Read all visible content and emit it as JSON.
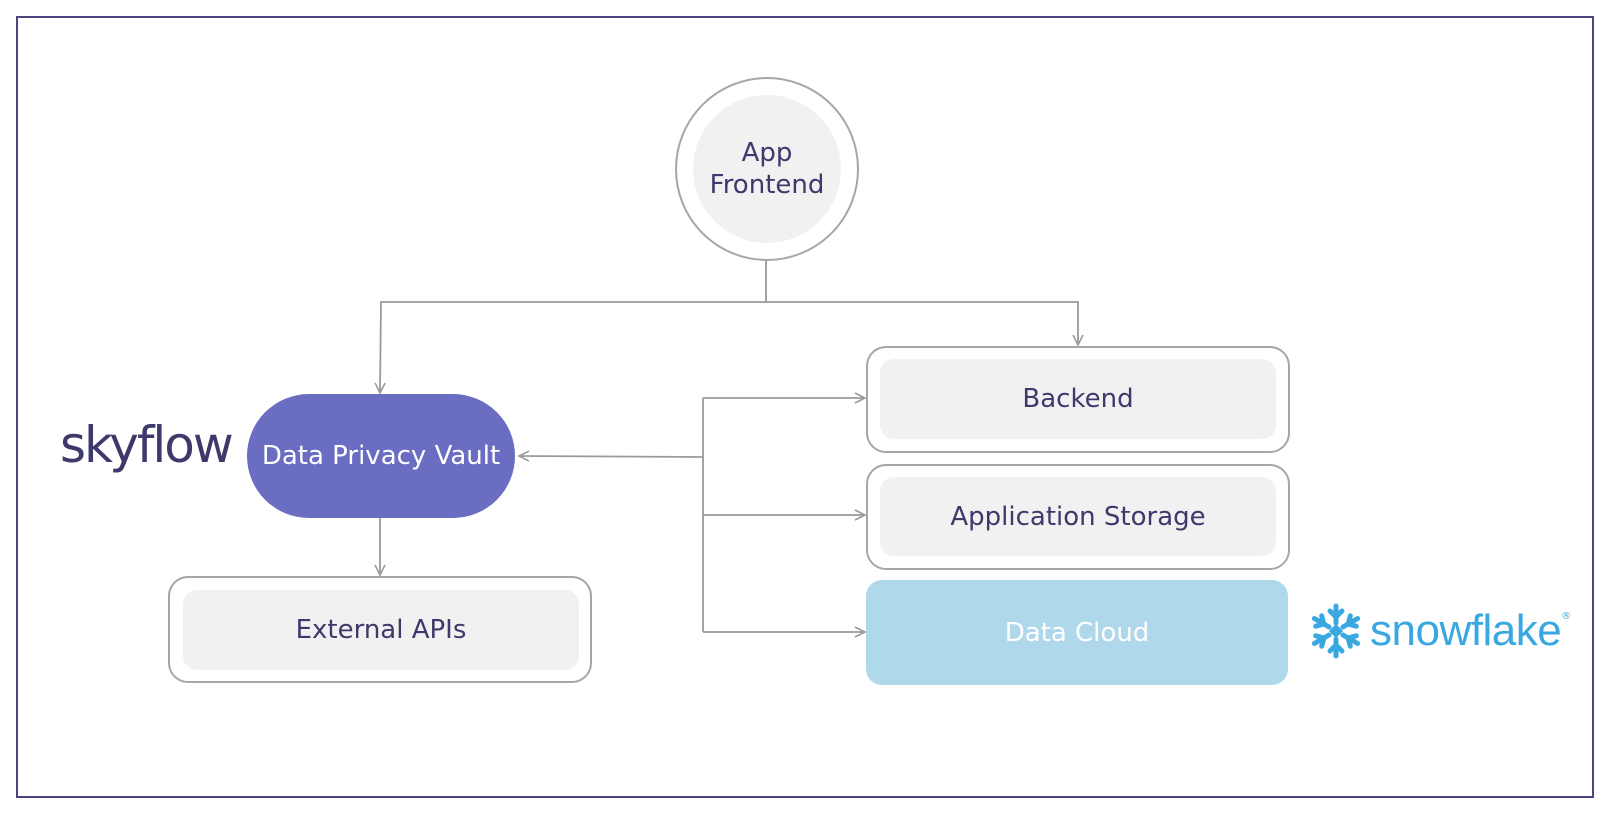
{
  "nodes": {
    "app_frontend": {
      "line1": "App",
      "line2": "Frontend"
    },
    "data_privacy_vault": "Data Privacy Vault",
    "external_apis": "External APIs",
    "backend": "Backend",
    "application_storage": "Application Storage",
    "data_cloud": "Data Cloud"
  },
  "logos": {
    "skyflow": "skyflow",
    "snowflake": "snowflake",
    "snowflake_reg": "®"
  },
  "colors": {
    "frame": "#4a4580",
    "text": "#3d3a6b",
    "vault": "#6b6dc2",
    "data_cloud": "#afd8eb",
    "snowflake": "#3aa8e0",
    "connector": "#9a9a9a"
  }
}
